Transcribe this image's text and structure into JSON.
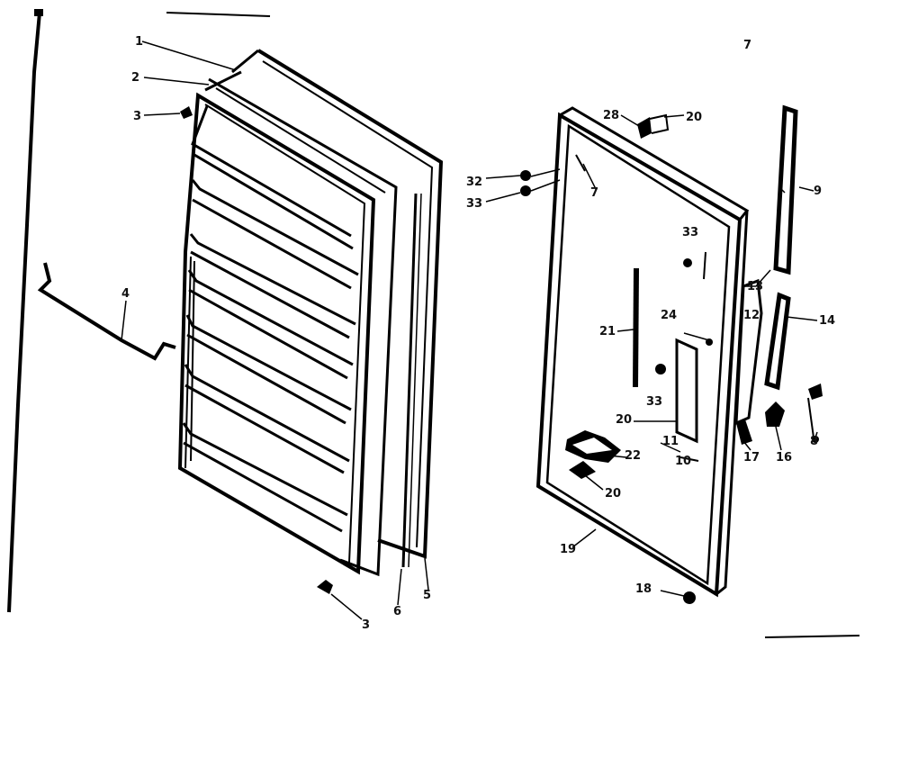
{
  "diagram": {
    "callouts": {
      "c1": "1",
      "c2": "2",
      "c3a": "3",
      "c3b": "3",
      "c4": "4",
      "c5": "5",
      "c6": "6",
      "c7a": "7",
      "c7b": "7",
      "c8": "8",
      "c9": "9",
      "c10": "10",
      "c11": "11",
      "c12": "12",
      "c13": "13",
      "c14": "14",
      "c16": "16",
      "c17": "17",
      "c18": "18",
      "c19": "19",
      "c20a": "20",
      "c20b": "20",
      "c20c": "20",
      "c21": "21",
      "c22": "22",
      "c24": "24",
      "c28": "28",
      "c32": "32",
      "c33a": "33",
      "c33b": "33",
      "c33c": "33"
    }
  }
}
